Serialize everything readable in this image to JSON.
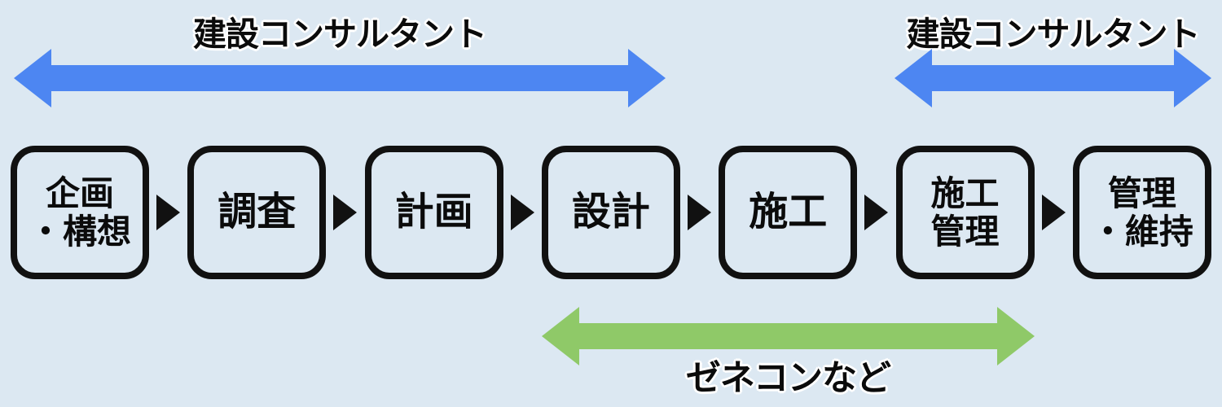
{
  "colors": {
    "background": "#dce8f2",
    "blue_arrow": "#4d86f2",
    "green_arrow": "#8fc968",
    "box_border": "#111111",
    "text": "#0b0b0b"
  },
  "range_labels": {
    "consultant_left": "建設コンサルタント",
    "consultant_right": "建設コンサルタント",
    "contractor": "ゼネコンなど"
  },
  "process_steps": [
    {
      "lines": [
        "企画",
        "・構想"
      ]
    },
    {
      "lines": [
        "調査"
      ]
    },
    {
      "lines": [
        "計画"
      ]
    },
    {
      "lines": [
        "設計"
      ]
    },
    {
      "lines": [
        "施工"
      ]
    },
    {
      "lines": [
        "施工",
        "管理"
      ]
    },
    {
      "lines": [
        "管理",
        "・維持"
      ]
    }
  ]
}
